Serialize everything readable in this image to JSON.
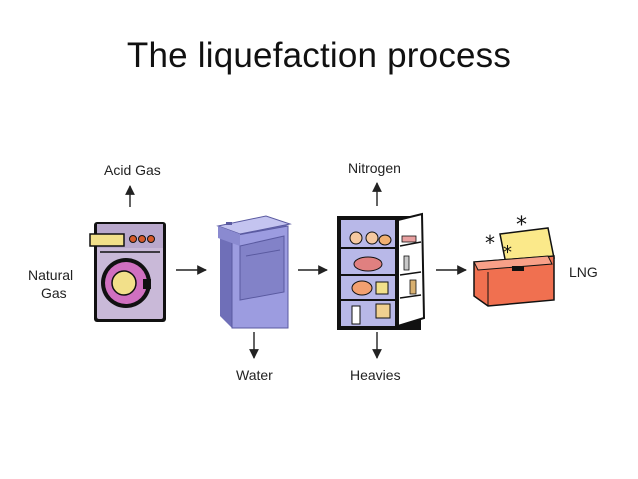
{
  "title": "The liquefaction process",
  "labels": {
    "acid_gas": "Acid Gas",
    "nitrogen": "Nitrogen",
    "natural": "Natural",
    "gas": "Gas",
    "water": "Water",
    "heavies": "Heavies",
    "lng": "LNG"
  },
  "icons": [
    "washing-machine-icon",
    "dryer-icon",
    "refrigerator-icon",
    "freezer-chest-icon"
  ],
  "colors": {
    "washer_body": "#c9b9d8",
    "washer_door": "#d070c0",
    "dryer_body": "#9c9ce0",
    "fridge_inner": "#b8b8e8",
    "freezer_body": "#f07050",
    "freezer_lid": "#fbe98a",
    "arrow": "#222222"
  }
}
